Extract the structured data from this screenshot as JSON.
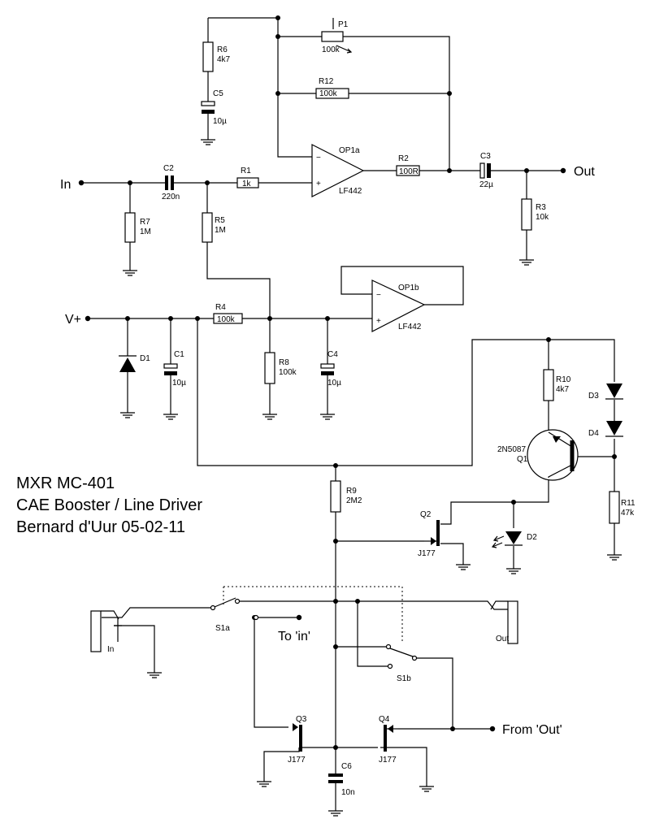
{
  "title": {
    "line1": "MXR MC-401",
    "line2": "CAE Booster / Line Driver",
    "line3": "Bernard d'Uur 05-02-11"
  },
  "terminals": {
    "in": "In",
    "out": "Out",
    "vplus": "V+",
    "to_in": "To 'in'",
    "from_out": "From 'Out'"
  },
  "jacks": {
    "in": "In",
    "out": "Out"
  },
  "components": {
    "P1": {
      "ref": "P1",
      "value": "100k"
    },
    "R1": {
      "ref": "R1",
      "value": "1k"
    },
    "R2": {
      "ref": "R2",
      "value": "100R"
    },
    "R3": {
      "ref": "R3",
      "value": "10k"
    },
    "R4": {
      "ref": "R4",
      "value": "100k"
    },
    "R5": {
      "ref": "R5",
      "value": "1M"
    },
    "R6": {
      "ref": "R6",
      "value": "4k7"
    },
    "R7": {
      "ref": "R7",
      "value": "1M"
    },
    "R8": {
      "ref": "R8",
      "value": "100k"
    },
    "R9": {
      "ref": "R9",
      "value": "2M2"
    },
    "R10": {
      "ref": "R10",
      "value": "4k7"
    },
    "R11": {
      "ref": "R11",
      "value": "47k"
    },
    "R12": {
      "ref": "R12",
      "value": "100k"
    },
    "C1": {
      "ref": "C1",
      "value": "10µ"
    },
    "C2": {
      "ref": "C2",
      "value": "220n"
    },
    "C3": {
      "ref": "C3",
      "value": "22µ"
    },
    "C4": {
      "ref": "C4",
      "value": "10µ"
    },
    "C5": {
      "ref": "C5",
      "value": "10µ"
    },
    "C6": {
      "ref": "C6",
      "value": "10n"
    },
    "OP1a": {
      "ref": "OP1a",
      "value": "LF442"
    },
    "OP1b": {
      "ref": "OP1b",
      "value": "LF442"
    },
    "Q1": {
      "ref": "Q1",
      "value": "2N5087"
    },
    "Q2": {
      "ref": "Q2",
      "value": "J177"
    },
    "Q3": {
      "ref": "Q3",
      "value": "J177"
    },
    "Q4": {
      "ref": "Q4",
      "value": "J177"
    },
    "D1": {
      "ref": "D1"
    },
    "D2": {
      "ref": "D2"
    },
    "D3": {
      "ref": "D3"
    },
    "D4": {
      "ref": "D4"
    },
    "S1a": {
      "ref": "S1a"
    },
    "S1b": {
      "ref": "S1b"
    }
  }
}
